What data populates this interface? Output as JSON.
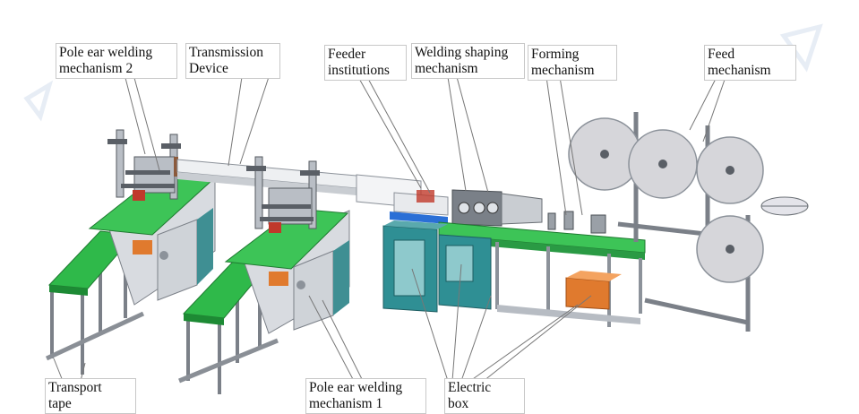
{
  "labels": {
    "pole_ear_welding_2": "Pole ear welding\nmechanism 2",
    "transmission_device": "Transmission\nDevice",
    "feeder_institutions": "Feeder\ninstitutions",
    "welding_shaping": "Welding shaping\nmechanism",
    "forming_mechanism": "Forming\nmechanism",
    "feed_mechanism": "Feed\nmechanism",
    "transport_tape": "Transport\ntape",
    "pole_ear_welding_1": "Pole ear welding\nmechanism 1",
    "electric_box": "Electric\nbox"
  },
  "colors": {
    "belt_green": "#2fb94a",
    "frame_gray": "#8c929a",
    "cabinet_teal": "#3f8f93",
    "orange_box": "#e07a2e",
    "reel_gray": "#d6d6da",
    "leader_line": "#777777"
  }
}
